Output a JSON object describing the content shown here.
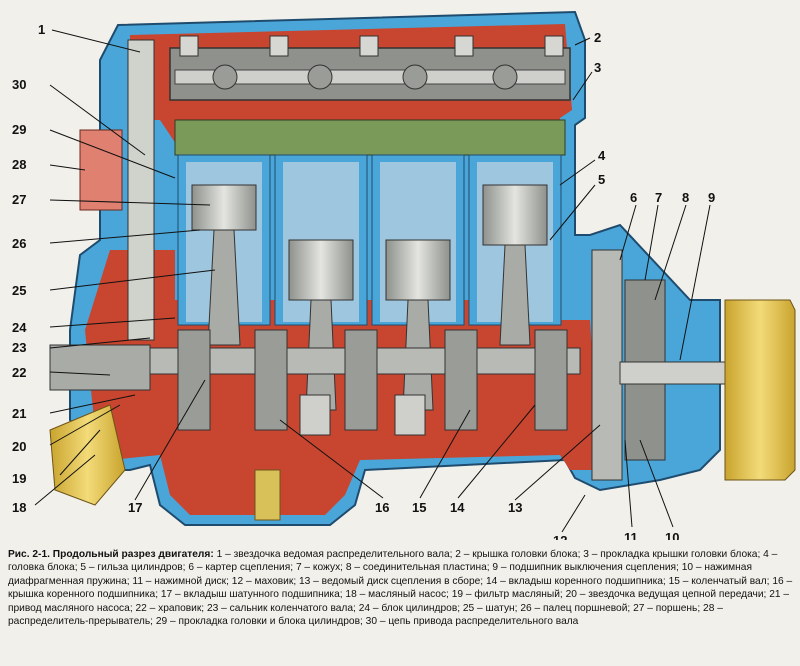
{
  "figure": {
    "label": "Рис. 2-1. Продольный разрез двигателя:",
    "legend": [
      {
        "num": "1",
        "text": "звездочка ведомая распределительного вала"
      },
      {
        "num": "2",
        "text": "крышка головки блока"
      },
      {
        "num": "3",
        "text": "прокладка крышки головки блока"
      },
      {
        "num": "4",
        "text": "головка блока"
      },
      {
        "num": "5",
        "text": "гильза цилиндров"
      },
      {
        "num": "6",
        "text": "картер сцепления"
      },
      {
        "num": "7",
        "text": "кожух"
      },
      {
        "num": "8",
        "text": "соединительная пластина"
      },
      {
        "num": "9",
        "text": "подшипник выключения сцепления"
      },
      {
        "num": "10",
        "text": "нажимная диафрагменная пружина"
      },
      {
        "num": "11",
        "text": "нажимной диск"
      },
      {
        "num": "12",
        "text": "маховик"
      },
      {
        "num": "13",
        "text": "ведомый диск сцепления в сборе"
      },
      {
        "num": "14",
        "text": "вкладыш коренного подшипника"
      },
      {
        "num": "15",
        "text": "коленчатый вал"
      },
      {
        "num": "16",
        "text": "крышка коренного подшипника"
      },
      {
        "num": "17",
        "text": "вкладыш шатунного подшипника"
      },
      {
        "num": "18",
        "text": "масляный насос"
      },
      {
        "num": "19",
        "text": "фильтр масляный"
      },
      {
        "num": "20",
        "text": "звездочка ведущая цепной передачи"
      },
      {
        "num": "21",
        "text": "привод масляного насоса"
      },
      {
        "num": "22",
        "text": "храповик"
      },
      {
        "num": "23",
        "text": "сальник коленчатого вала"
      },
      {
        "num": "24",
        "text": "блок цилиндров"
      },
      {
        "num": "25",
        "text": "шатун"
      },
      {
        "num": "26",
        "text": "палец поршневой"
      },
      {
        "num": "27",
        "text": "поршень"
      },
      {
        "num": "28",
        "text": "распределитель-прерыватель"
      },
      {
        "num": "29",
        "text": "прокладка головки и блока цилиндров"
      },
      {
        "num": "30",
        "text": "цепь привода распределительного вала"
      }
    ]
  },
  "colors": {
    "coolant_blue": "#4aa6d8",
    "body_red": "#c8452f",
    "cylinder_green": "#7a9a5a",
    "steel_gray": "#a9aba6",
    "yellow_parts": "#e8c64c"
  }
}
